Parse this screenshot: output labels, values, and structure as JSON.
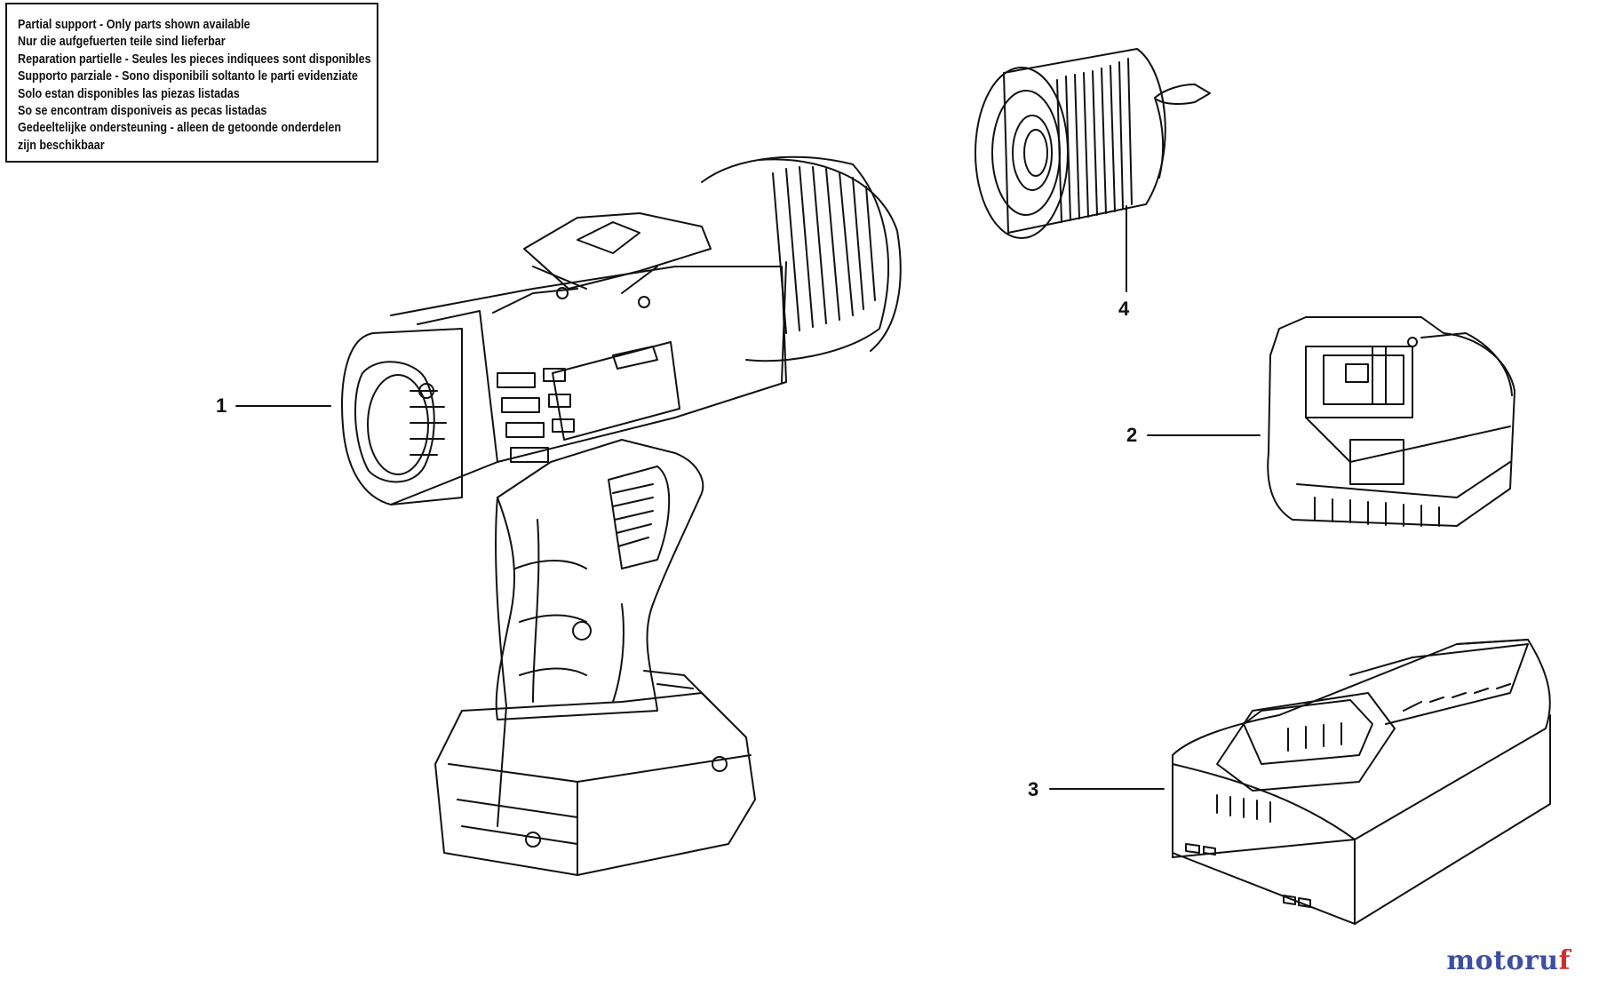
{
  "notice": {
    "lines": [
      "Partial support - Only parts shown available",
      "Nur die aufgefuerten teile sind lieferbar",
      "Reparation partielle - Seules les pieces indiquees sont disponibles",
      "Supporto parziale - Sono disponibili soltanto le parti evidenziate",
      "Solo estan disponibles las piezas listadas",
      "So se encontram disponiveis as pecas listadas",
      "Gedeeltelijke ondersteuning - alleen de getoonde onderdelen",
      "zijn beschikbaar"
    ]
  },
  "parts": [
    {
      "number": "1",
      "part_icon": "cordless-drill-body-icon"
    },
    {
      "number": "2",
      "part_icon": "battery-pack-icon"
    },
    {
      "number": "3",
      "part_icon": "battery-charger-icon"
    },
    {
      "number": "4",
      "part_icon": "keyless-chuck-icon"
    }
  ],
  "watermark": {
    "part1": "motoru",
    "part2": "f"
  },
  "colors": {
    "line": "#111111",
    "watermark_blue": "#3d4fa3",
    "watermark_red": "#c9302c"
  }
}
